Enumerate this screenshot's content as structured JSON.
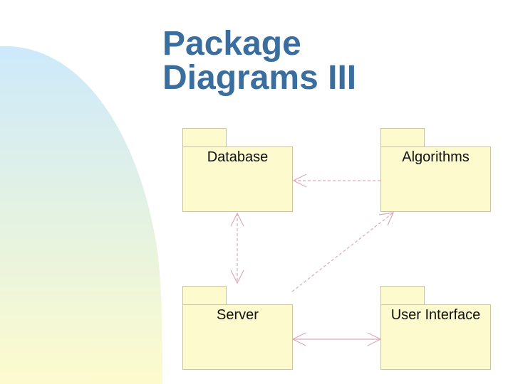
{
  "title": {
    "line1": "Package",
    "line2": "Diagrams III"
  },
  "packages": {
    "database": "Database",
    "algorithms": "Algorithms",
    "server": "Server",
    "user_interface": "User Interface"
  },
  "colors": {
    "title": "#3a6e9e",
    "package_fill": "#fdfbcd",
    "package_border": "#c8c6a0",
    "connector": "#e0a8b8",
    "bg_gradient_top": "#cde9fb",
    "bg_gradient_bottom": "#fdfbcd"
  }
}
